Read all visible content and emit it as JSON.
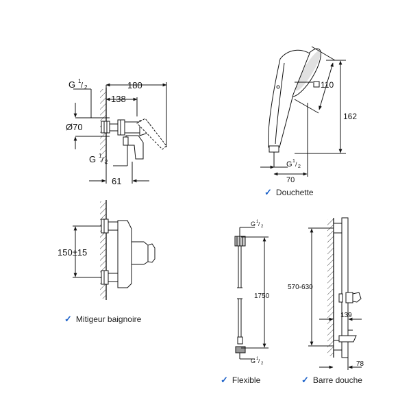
{
  "colors": {
    "check": "#1f63c9",
    "line": "#111111"
  },
  "icons": {
    "check": "check-icon"
  },
  "mitigeur_douche": {
    "thread_top": "G",
    "thread_bottom": "G",
    "fraction_num": "1",
    "fraction_den": "2",
    "dim_180": "180",
    "dim_138": "138",
    "dim_70": "Ø70",
    "dim_61": "61"
  },
  "douchette": {
    "dim_110": "110",
    "dim_162": "162",
    "dim_70": "70",
    "thread": "G",
    "fraction_num": "1",
    "fraction_den": "2",
    "caption": "Douchette"
  },
  "mitigeur_baignoire": {
    "dim_150": "150±15",
    "caption": "Mitigeur baignoire"
  },
  "flexible": {
    "thread": "G",
    "fraction_num": "1",
    "fraction_den": "2",
    "dim_1750": "1750",
    "caption": "Flexible"
  },
  "barre_douche": {
    "dim_range": "570-630",
    "dim_139": "139",
    "dim_78": "78",
    "caption": "Barre douche"
  }
}
